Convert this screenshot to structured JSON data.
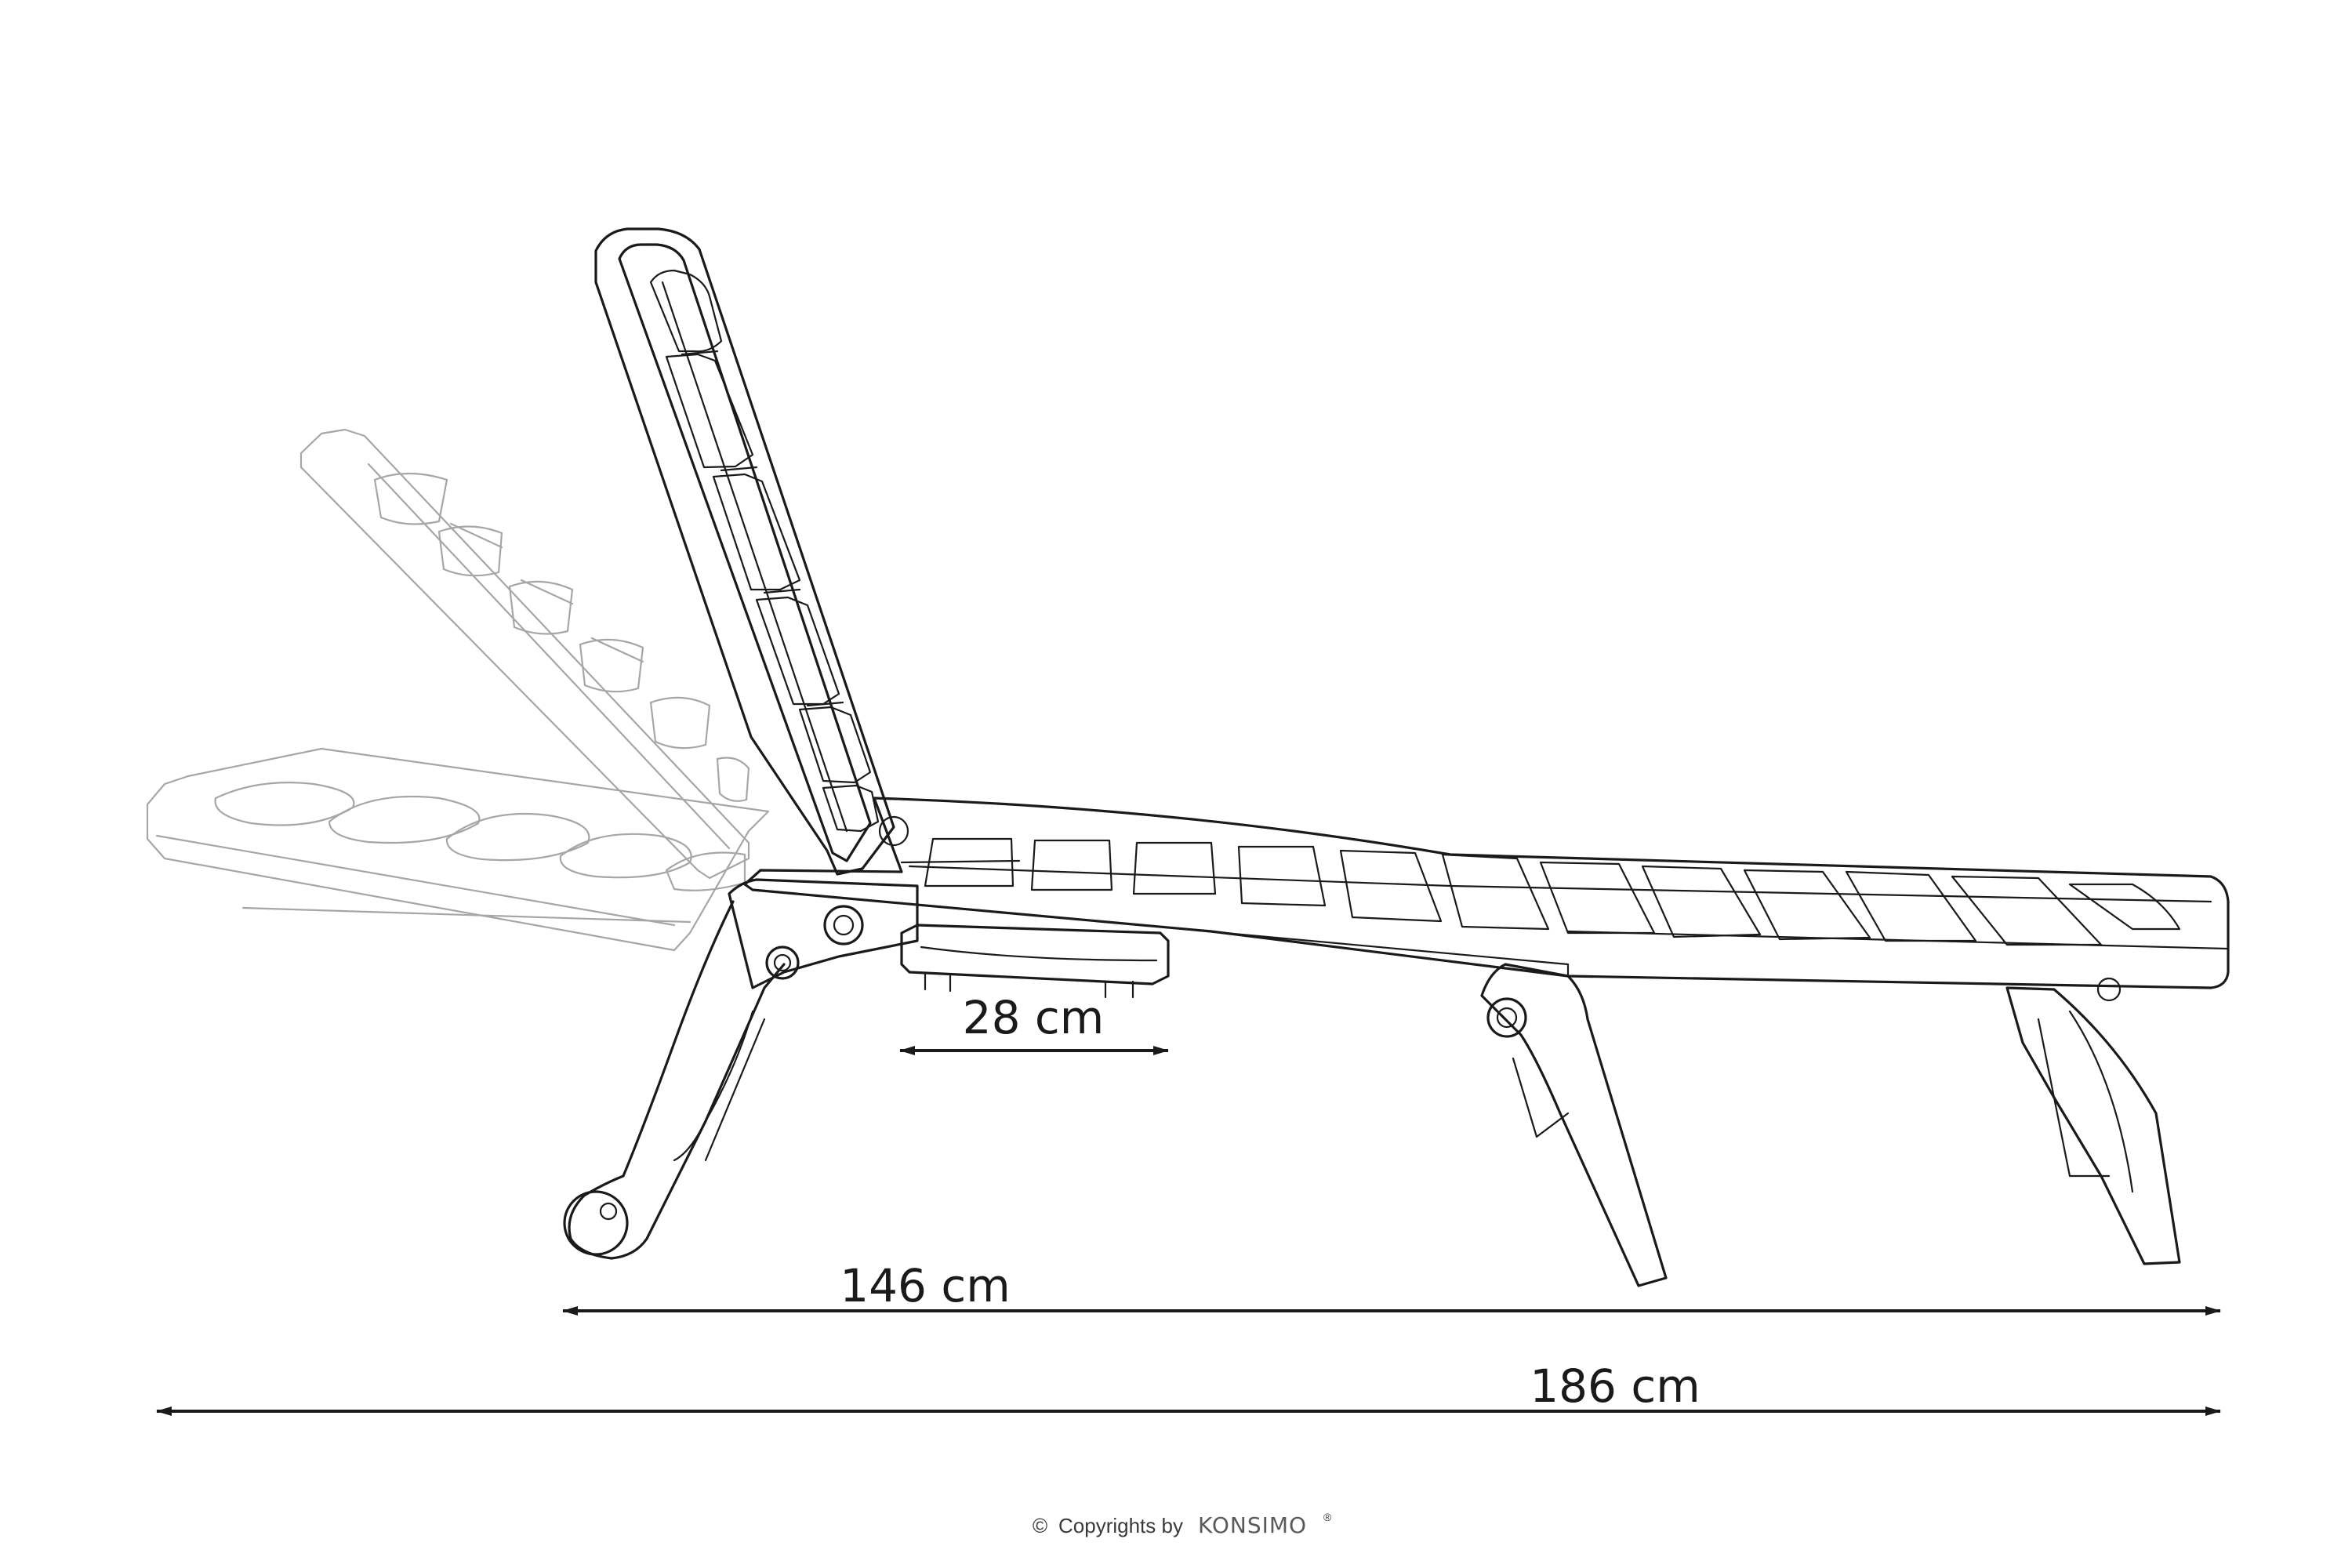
{
  "dimensions": {
    "handle_width": "28 cm",
    "seat_length": "146 cm",
    "total_length": "186 cm"
  },
  "footer": {
    "copyright_symbol": "©",
    "copyright_text": "Copyrights by",
    "brand": "KONSIMO",
    "registered_mark": "®"
  },
  "colors": {
    "line": "#1a1a1a",
    "ghost_line": "#a6a6a6",
    "background": "#ffffff"
  }
}
